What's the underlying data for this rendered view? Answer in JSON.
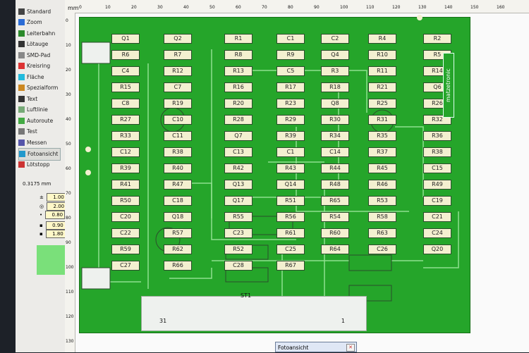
{
  "toolbar": {
    "items": [
      {
        "label": "Standard",
        "icon": "arrow-icon"
      },
      {
        "label": "Zoom",
        "icon": "zoom-icon"
      },
      {
        "label": "Leiterbahn",
        "icon": "track-icon"
      },
      {
        "label": "Lötauge",
        "icon": "pad-icon"
      },
      {
        "label": "SMD-Pad",
        "icon": "smd-pad-icon"
      },
      {
        "label": "Kreisring",
        "icon": "ring-icon"
      },
      {
        "label": "Fläche",
        "icon": "area-icon"
      },
      {
        "label": "Spezialform",
        "icon": "shape-icon"
      },
      {
        "label": "Text",
        "icon": "text-icon"
      },
      {
        "label": "Luftlinie",
        "icon": "ratsnest-icon"
      },
      {
        "label": "Autoroute",
        "icon": "autoroute-icon"
      },
      {
        "label": "Test",
        "icon": "test-icon"
      },
      {
        "label": "Messen",
        "icon": "measure-icon"
      },
      {
        "label": "Fotoansicht",
        "icon": "photo-icon",
        "selected": true
      },
      {
        "label": "Lötstopp",
        "icon": "solder-mask-icon"
      }
    ],
    "grid": "0.3175 mm",
    "params": [
      "1.00",
      "2.00",
      "0.80",
      "0.90",
      "1.80"
    ]
  },
  "ruler": {
    "unit": "mm",
    "top_ticks": [
      "0",
      "10",
      "20",
      "30",
      "40",
      "50",
      "60",
      "70",
      "80",
      "90",
      "100",
      "110",
      "120",
      "130",
      "140",
      "150",
      "160"
    ],
    "left_ticks": [
      "0",
      "10",
      "20",
      "30",
      "40",
      "50",
      "60",
      "70",
      "80",
      "90",
      "100",
      "110",
      "120",
      "130"
    ]
  },
  "board": {
    "brand": "matzetronic",
    "connector_label": "ST1",
    "connector_pin_left": "31",
    "connector_pin_right": "1",
    "components": [
      "Q1",
      "Q2",
      "R1",
      "C1",
      "C2",
      "R4",
      "R2",
      "R6",
      "R7",
      "R8",
      "R9",
      "Q4",
      "R10",
      "R5",
      "C4",
      "R12",
      "R13",
      "C5",
      "R3",
      "R11",
      "R14",
      "R15",
      "C7",
      "R16",
      "R17",
      "R18",
      "R21",
      "Q6",
      "C8",
      "R19",
      "R20",
      "R23",
      "Q8",
      "R25",
      "R26",
      "R27",
      "C10",
      "R28",
      "R29",
      "R30",
      "R31",
      "R32",
      "R33",
      "C11",
      "Q7",
      "R39",
      "R34",
      "R35",
      "R36",
      "C12",
      "R38",
      "C13",
      "C1",
      "C14",
      "R37",
      "R38",
      "R39",
      "R40",
      "R42",
      "R43",
      "R44",
      "R45",
      "C15",
      "R41",
      "R47",
      "Q13",
      "Q14",
      "R48",
      "R46",
      "R49",
      "R50",
      "C18",
      "Q17",
      "R51",
      "R65",
      "R53",
      "C19",
      "C20",
      "Q18",
      "R55",
      "R56",
      "R54",
      "R58",
      "C21",
      "C22",
      "R57",
      "C23",
      "R61",
      "R60",
      "R63",
      "C24",
      "R59",
      "R62",
      "R52",
      "C25",
      "R64",
      "C26",
      "Q20",
      "C27",
      "R66",
      "C28",
      "R67"
    ]
  },
  "dialog": {
    "title": "Fotoansicht"
  },
  "colors": {
    "board": "#25a52a",
    "copper": "#c9a33c",
    "track": "#8fe08f"
  }
}
